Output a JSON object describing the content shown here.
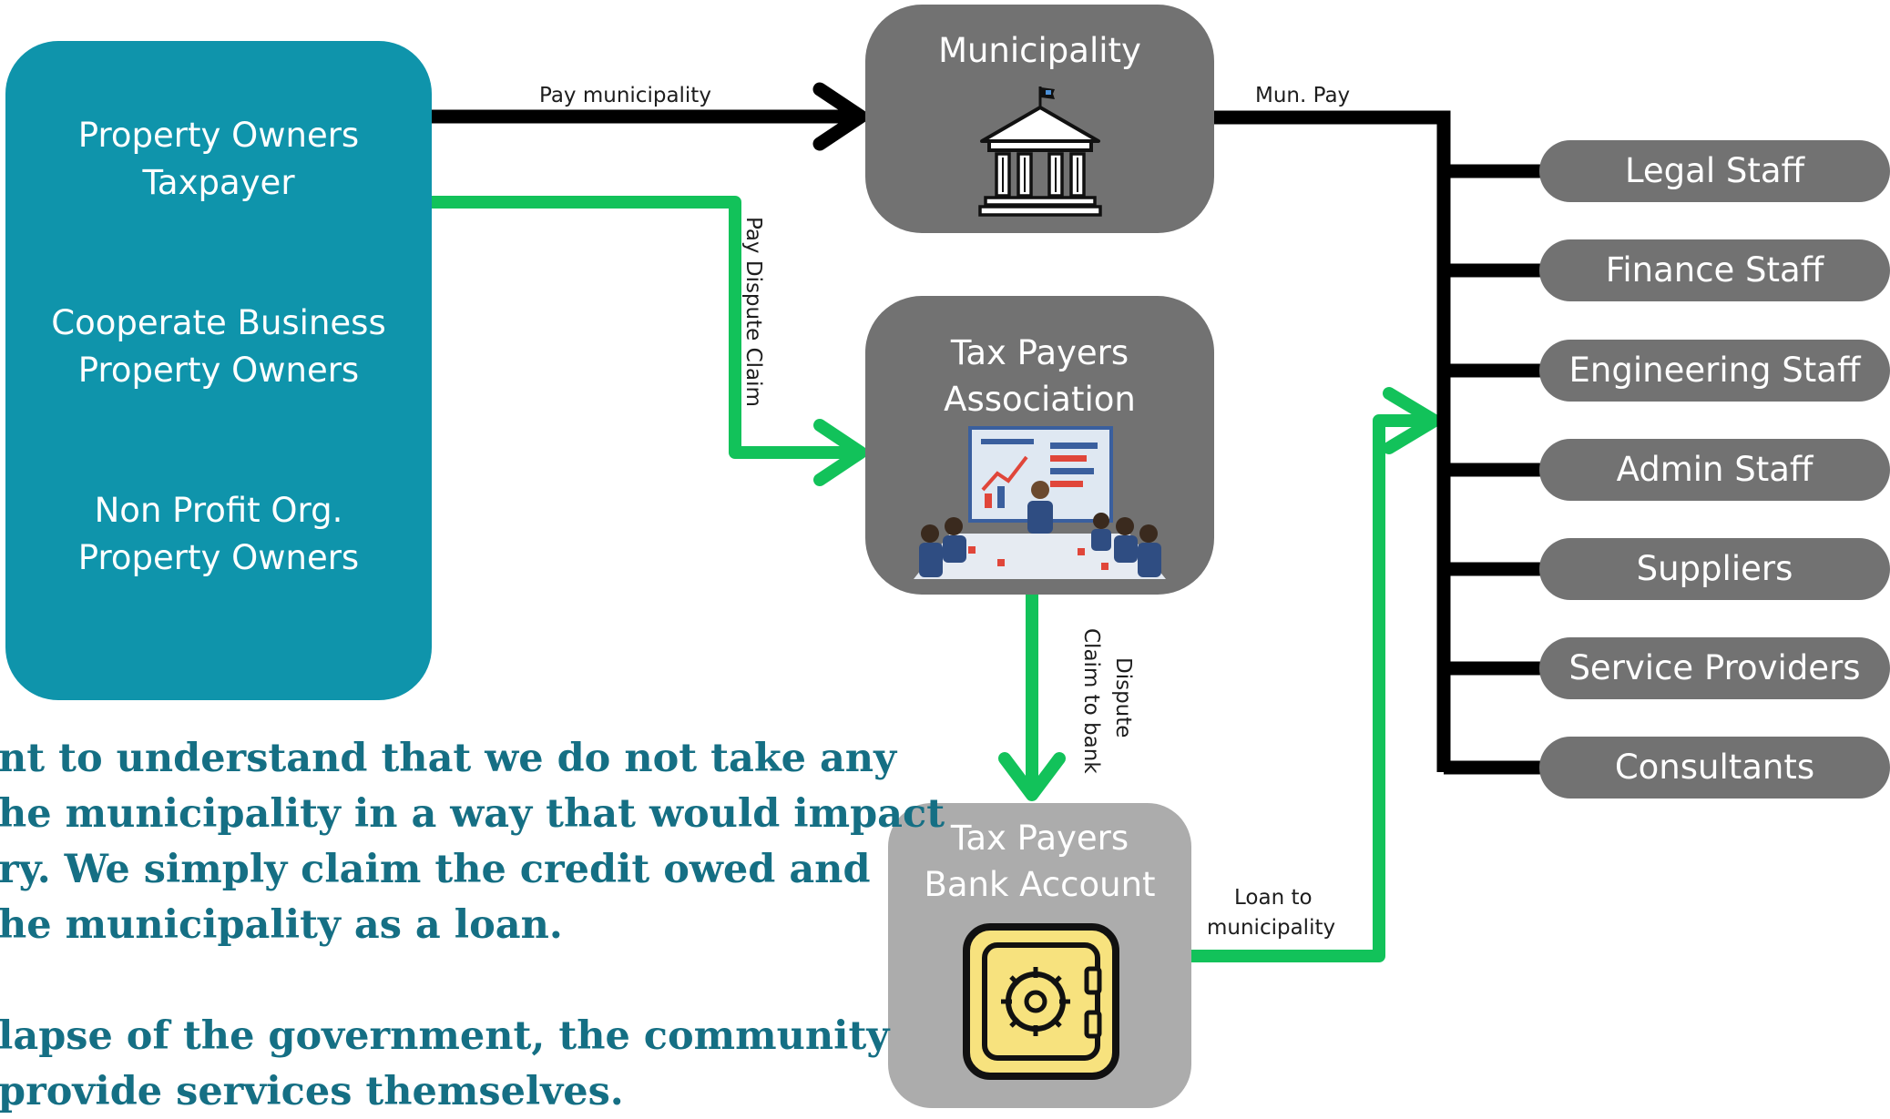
{
  "taxpayers": {
    "groups": [
      [
        "Property Owners",
        "Taxpayer"
      ],
      [
        "Cooperate Business",
        "Property Owners"
      ],
      [
        "Non Profit Org.",
        "Property Owners"
      ]
    ]
  },
  "nodes": {
    "municipality": {
      "title": "Municipality",
      "icon": "government-building-icon"
    },
    "association": {
      "title_lines": [
        "Tax Payers",
        "Association"
      ],
      "icon": "meeting-presentation-icon"
    },
    "bank": {
      "title_lines": [
        "Tax Payers",
        "Bank Account"
      ],
      "icon": "safe-vault-icon"
    }
  },
  "edges": {
    "pay_municipality": "Pay municipality",
    "pay_dispute_claim": "Pay Dispute Claim",
    "dispute_claim_to_bank": [
      "Dispute",
      "Claim to bank"
    ],
    "loan_to_municipality": [
      "Loan to",
      "municipality"
    ],
    "mun_pay": "Mun. Pay"
  },
  "recipients": [
    "Legal Staff",
    "Finance Staff",
    "Engineering Staff",
    "Admin Staff",
    "Suppliers",
    "Service Providers",
    "Consultants"
  ],
  "note_lines": [
    "nt to understand that we do not take any",
    "he municipality in a way that would impact",
    "ry.  We simply claim the credit owed and",
    "he municipality as a loan.",
    "",
    "lapse of the government, the community",
    "provide services themselves."
  ],
  "colors": {
    "teal": "#0f94ab",
    "node_gray": "#727272",
    "bank_gray": "#acacac",
    "black_flow": "#000000",
    "green_flow": "#12c25a",
    "note_text": "#156f84"
  }
}
